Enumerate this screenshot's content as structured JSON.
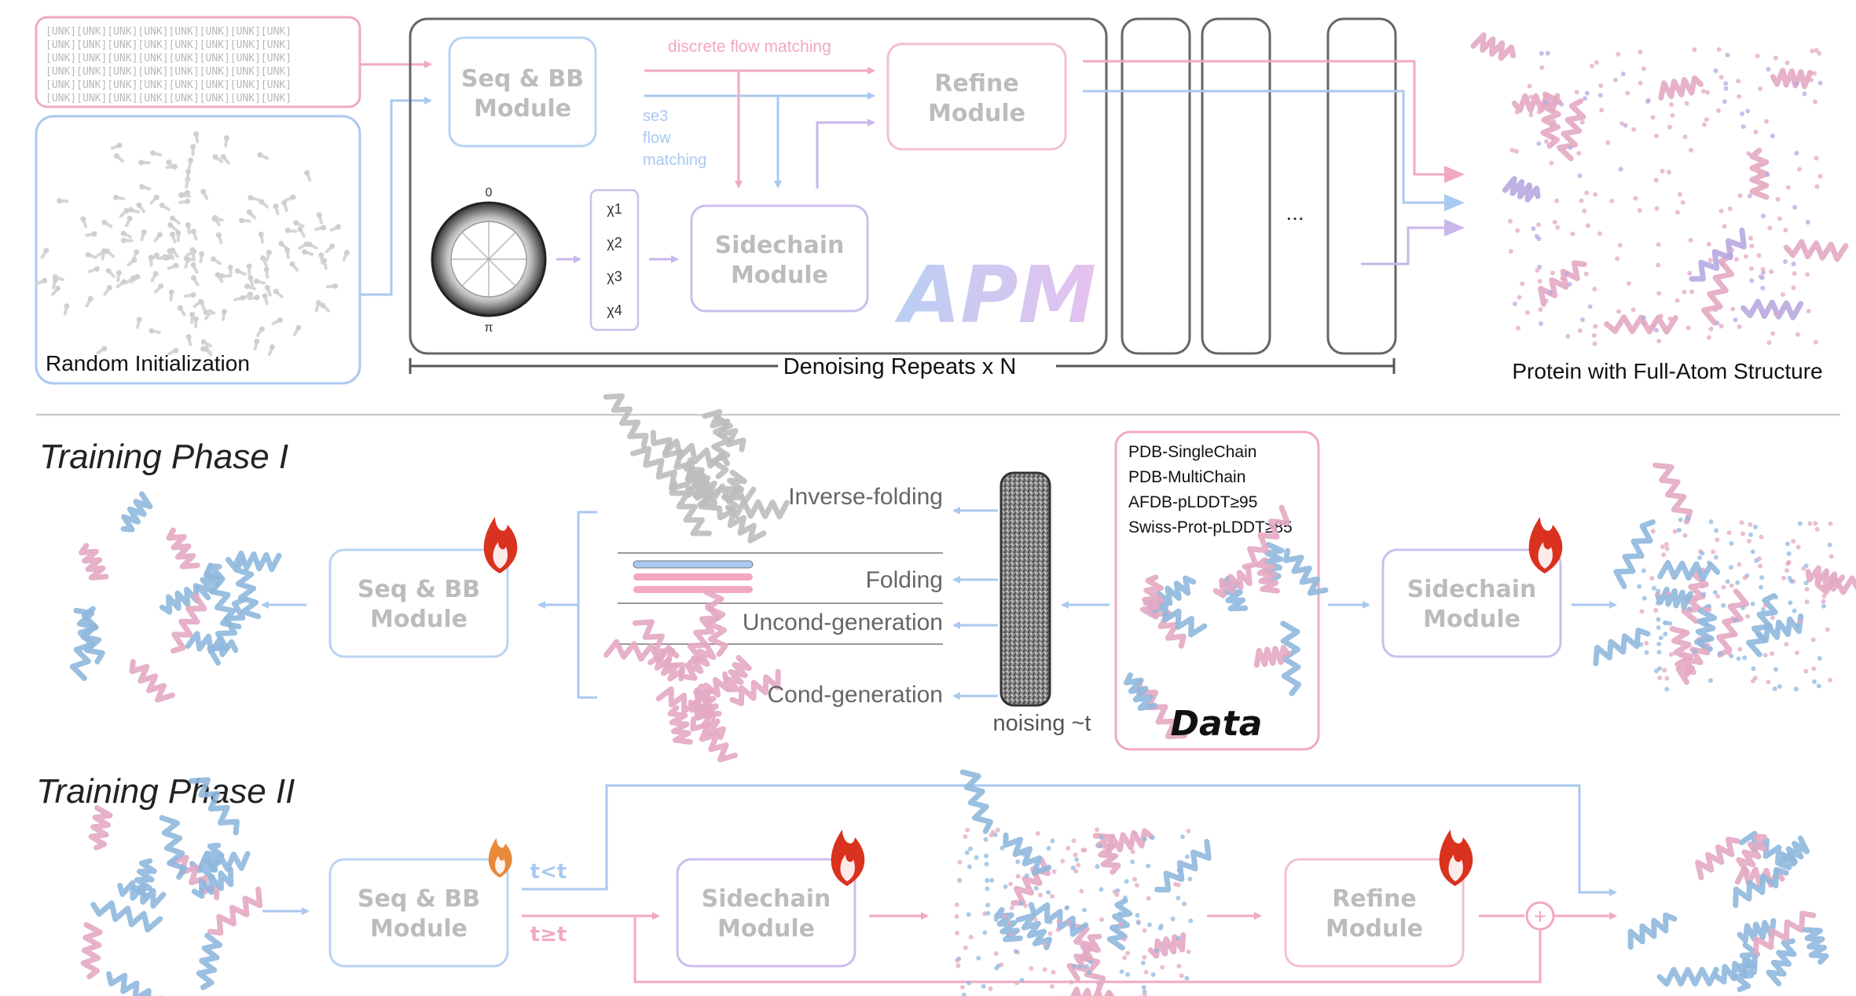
{
  "top": {
    "unk_token": "[UNK]",
    "random_init_label": "Random Initialization",
    "seq_bb_line1": "Seq & BB",
    "seq_bb_line2": "Module",
    "refine_line1": "Refine",
    "refine_line2": "Module",
    "sidechain_line1": "Sidechain",
    "sidechain_line2": "Module",
    "discrete_flow": "discrete flow matching",
    "se3_line1": "se3",
    "se3_line2": "flow",
    "se3_line3": "matching",
    "dial_zero": "0",
    "dial_pi": "π",
    "chi": [
      "χ1",
      "χ2",
      "χ3",
      "χ4"
    ],
    "apm": "APM",
    "ellipsis": "...",
    "denoising": "Denoising Repeats x N",
    "protein_output": "Protein with Full-Atom Structure"
  },
  "phase1": {
    "title": "Training Phase I",
    "seq_bb_line1": "Seq & BB",
    "seq_bb_line2": "Module",
    "tasks": [
      "Inverse-folding",
      "Folding",
      "Uncond-generation",
      "Cond-generation"
    ],
    "noising": "noising ~t",
    "datasets": [
      "PDB-SingleChain",
      "PDB-MultiChain",
      "AFDB-pLDDT≥95",
      "Swiss-Prot-pLDDT≥85"
    ],
    "data_label": "Data",
    "sidechain_line1": "Sidechain",
    "sidechain_line2": "Module"
  },
  "phase2": {
    "title": "Training Phase II",
    "seq_bb_line1": "Seq & BB",
    "seq_bb_line2": "Module",
    "t_less": "t<t",
    "t_geq": "t≥t",
    "sidechain_line1": "Sidechain",
    "sidechain_line2": "Module",
    "refine_line1": "Refine",
    "refine_line2": "Module",
    "plus": "+"
  },
  "colors": {
    "pink": "#f2a9bf",
    "blue": "#a9c9f0",
    "purple": "#c8b6ea",
    "gray": "#777777",
    "flame_red": "#d9321e",
    "flame_orange": "#e8893a"
  }
}
